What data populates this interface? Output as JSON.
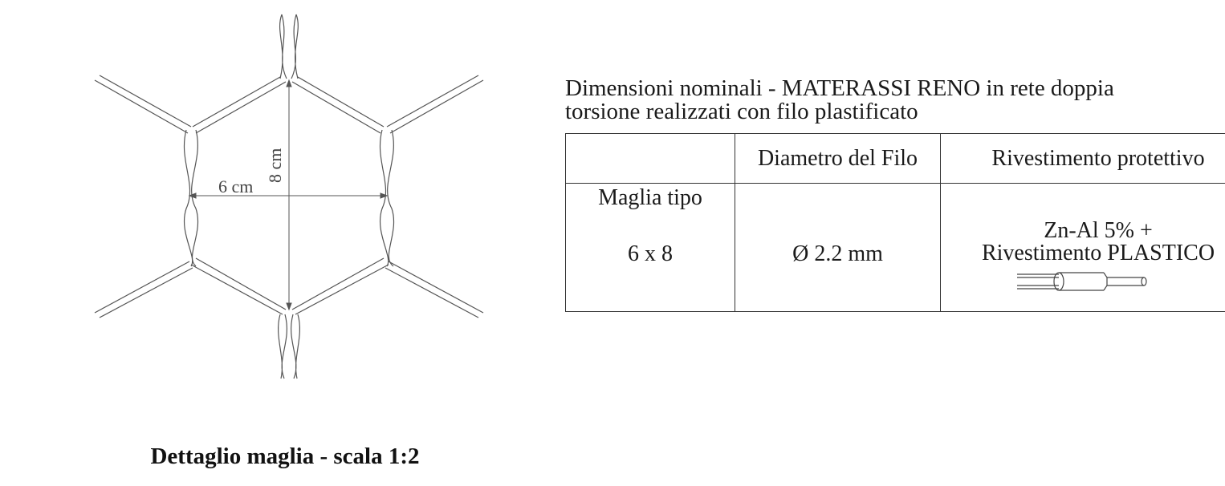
{
  "mesh_detail": {
    "width_label": "6 cm",
    "height_label": "8 cm",
    "caption": "Dettaglio maglia - scala 1:2"
  },
  "spec_table": {
    "title_line1": "Dimensioni nominali - MATERASSI RENO in rete doppia",
    "title_line2": "torsione realizzati con filo plastificato",
    "headers": [
      "",
      "Diametro del Filo",
      "Rivestimento protettivo"
    ],
    "row": {
      "mesh_type_label": "Maglia tipo",
      "mesh_type_value": "6  x 8",
      "wire_diameter": "Ø 2.2 mm",
      "coating_line1": "Zn-Al 5% +",
      "coating_line2": "Rivestimento PLASTICO"
    },
    "wire_icon": "coated-wire-icon"
  }
}
